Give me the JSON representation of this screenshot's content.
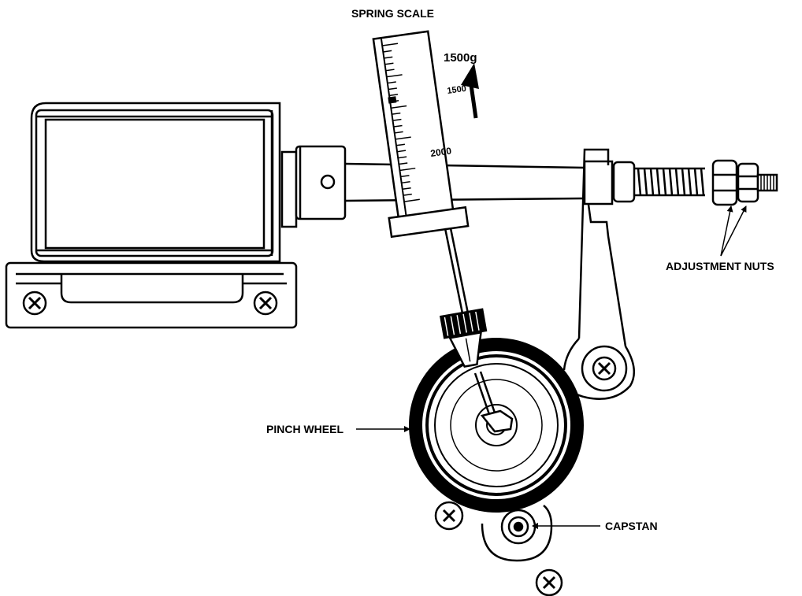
{
  "labels": {
    "spring_scale": "SPRING SCALE",
    "force_reading": "1500g",
    "adjustment_nuts": "ADJUSTMENT NUTS",
    "pinch_wheel": "PINCH WHEEL",
    "capstan": "CAPSTAN"
  },
  "scale": {
    "marks": [
      "1500",
      "2000"
    ]
  },
  "colors": {
    "ink": "#000000",
    "paper": "#ffffff"
  }
}
